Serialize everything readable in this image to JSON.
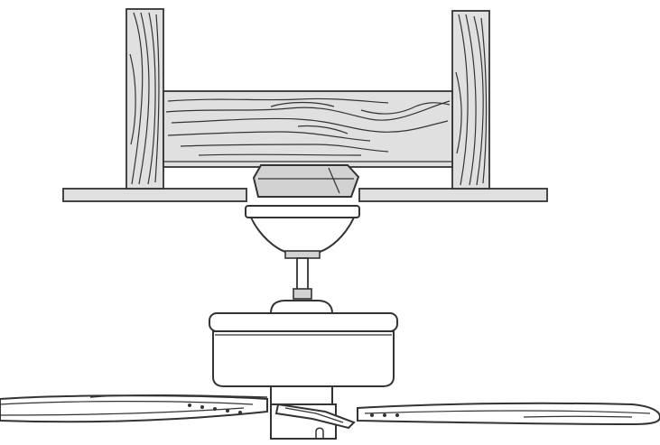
{
  "figure": {
    "type": "installation-illustration",
    "colors": {
      "background": "#ffffff",
      "wood": "#e0e0e0",
      "wood_grain": "#333333",
      "ceiling": "#e0e0e0",
      "outline": "#333333",
      "metal": "#d2d2d2",
      "fan_body": "#ffffff"
    },
    "components": [
      "left-joist",
      "right-joist",
      "cross-brace",
      "ceiling-box",
      "ceiling-panel-left",
      "ceiling-panel-right",
      "canopy",
      "downrod",
      "motor-housing",
      "fan-blades"
    ]
  }
}
